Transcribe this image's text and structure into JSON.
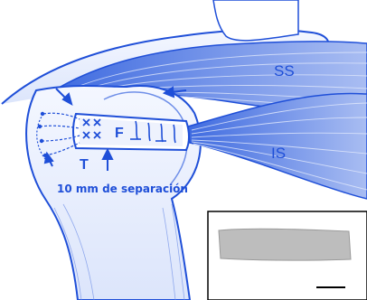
{
  "figure": {
    "labels": {
      "supraspinatus": "SS",
      "infraspinatus": "IS",
      "graft": "F",
      "tuberosity": "T"
    },
    "caption": "10 mm de separación",
    "colors": {
      "ink": "#1f4fd8",
      "inkLight": "#6f8fe8",
      "wash": "#dfe7fb",
      "background": "#ffffff",
      "insetBorder": "#000000",
      "insetStrip": "#bdbdbd"
    }
  }
}
